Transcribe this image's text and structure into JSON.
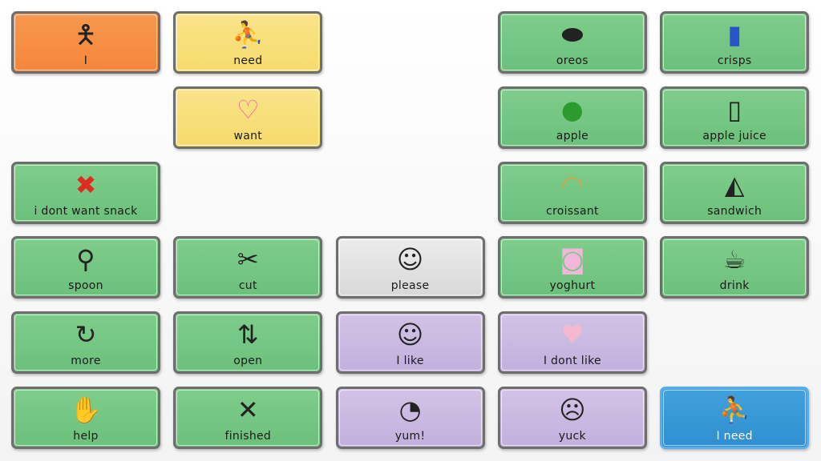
{
  "cells": [
    {
      "label": "I",
      "color": "orange",
      "icon": "person-icon",
      "glyph": "🯅",
      "row": 0,
      "col": 0
    },
    {
      "label": "need",
      "color": "yellow",
      "icon": "need-person-icon",
      "glyph": "⛹",
      "row": 0,
      "col": 1
    },
    {
      "label": "oreos",
      "color": "green",
      "icon": "oreos-icon",
      "glyph": "⬬",
      "row": 0,
      "col": 3
    },
    {
      "label": "crisps",
      "color": "green",
      "icon": "crisps-icon",
      "glyph": "▮",
      "row": 0,
      "col": 4
    },
    {
      "label": "want",
      "color": "yellow",
      "icon": "want-heart-icon",
      "glyph": "♡",
      "row": 1,
      "col": 1
    },
    {
      "label": "apple",
      "color": "green",
      "icon": "apple-icon",
      "glyph": "●",
      "row": 1,
      "col": 3
    },
    {
      "label": "apple juice",
      "color": "green",
      "icon": "apple-juice-icon",
      "glyph": "▯",
      "row": 1,
      "col": 4
    },
    {
      "label": "i dont want snack",
      "color": "green",
      "icon": "red-cross-icon",
      "glyph": "✖",
      "row": 2,
      "col": 0
    },
    {
      "label": "croissant",
      "color": "green",
      "icon": "croissant-icon",
      "glyph": "◠",
      "row": 2,
      "col": 3
    },
    {
      "label": "sandwich",
      "color": "green",
      "icon": "sandwich-icon",
      "glyph": "◭",
      "row": 2,
      "col": 4
    },
    {
      "label": "spoon",
      "color": "green",
      "icon": "spoon-icon",
      "glyph": "⚲",
      "row": 3,
      "col": 0
    },
    {
      "label": "cut",
      "color": "green",
      "icon": "knife-icon",
      "glyph": "✂",
      "row": 3,
      "col": 1
    },
    {
      "label": "please",
      "color": "gray",
      "icon": "please-person-icon",
      "glyph": "☺",
      "row": 3,
      "col": 2
    },
    {
      "label": "yoghurt",
      "color": "green",
      "icon": "yoghurt-icon",
      "glyph": "◙",
      "row": 3,
      "col": 3
    },
    {
      "label": "drink",
      "color": "green",
      "icon": "drink-icon",
      "glyph": "☕",
      "row": 3,
      "col": 4
    },
    {
      "label": "more",
      "color": "green",
      "icon": "more-arrows-icon",
      "glyph": "↻",
      "row": 4,
      "col": 0
    },
    {
      "label": "open",
      "color": "green",
      "icon": "open-box-icon",
      "glyph": "⇅",
      "row": 4,
      "col": 1
    },
    {
      "label": "I like",
      "color": "purple",
      "icon": "like-person-icon",
      "glyph": "☺",
      "row": 4,
      "col": 2
    },
    {
      "label": "I dont like",
      "color": "purple",
      "icon": "crossed-heart-icon",
      "glyph": "♥",
      "row": 4,
      "col": 3
    },
    {
      "label": "help",
      "color": "green",
      "icon": "helping-hand-icon",
      "glyph": "✋",
      "row": 5,
      "col": 0
    },
    {
      "label": "finished",
      "color": "green",
      "icon": "finished-arms-icon",
      "glyph": "✕",
      "row": 5,
      "col": 1
    },
    {
      "label": "yum!",
      "color": "purple",
      "icon": "yum-tummy-icon",
      "glyph": "◔",
      "row": 5,
      "col": 2
    },
    {
      "label": "yuck",
      "color": "purple",
      "icon": "yuck-person-icon",
      "glyph": "☹",
      "row": 5,
      "col": 3
    },
    {
      "label": "I need",
      "color": "blue",
      "icon": "i-need-person-icon",
      "glyph": "⛹",
      "row": 5,
      "col": 4
    }
  ],
  "colors": {
    "orange": "#f5863a",
    "yellow": "#f6db6c",
    "green": "#6cc07b",
    "gray": "#d8d8d8",
    "purple": "#c2b0dd",
    "blue": "#2f8fd0"
  }
}
